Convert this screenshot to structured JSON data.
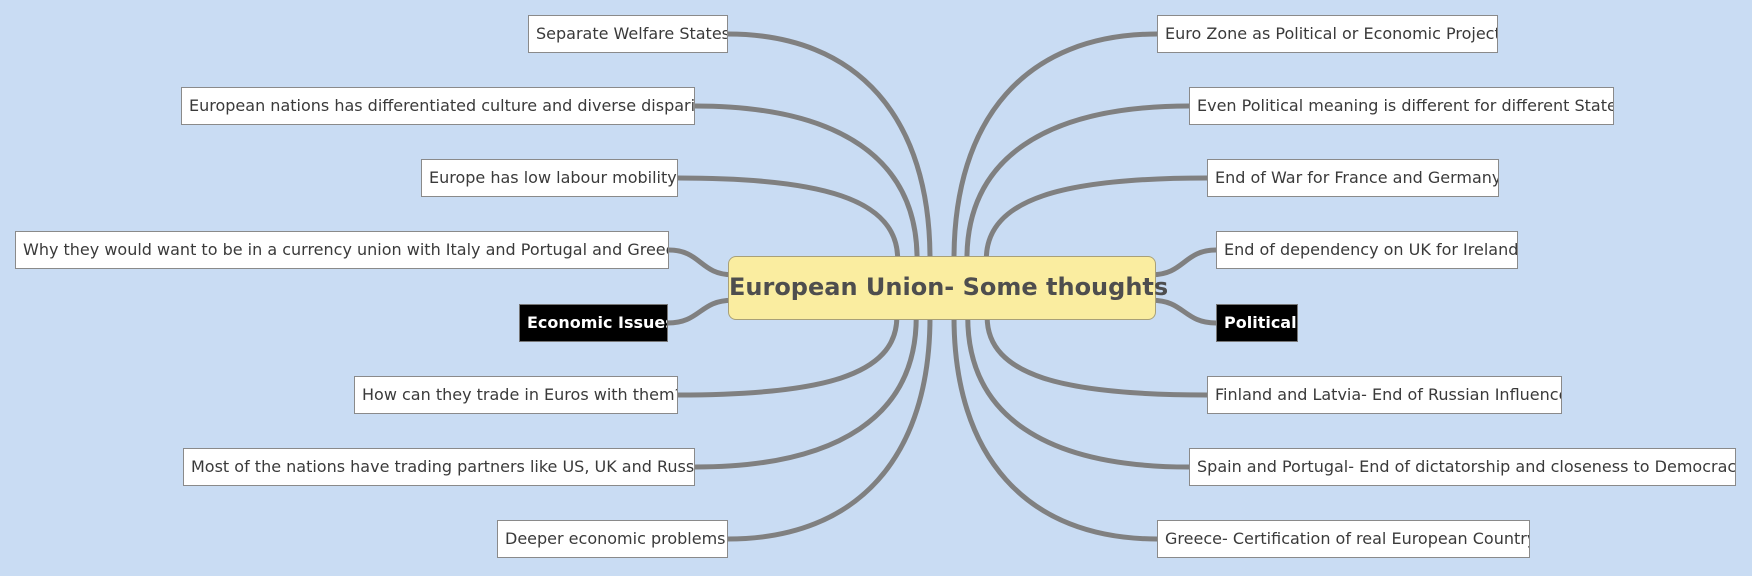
{
  "central": {
    "label": "European Union- Some thoughts"
  },
  "branches": {
    "left": [
      {
        "label": "Separate Welfare States",
        "style": "normal"
      },
      {
        "label": "European nations has differentiated culture and diverse disparity",
        "style": "normal"
      },
      {
        "label": "Europe has low labour mobility",
        "style": "normal"
      },
      {
        "label": "Why they would want to be in a currency union with Italy and Portugal and Greece",
        "style": "normal"
      },
      {
        "label": "Economic Issues",
        "style": "dark"
      },
      {
        "label": "How can they trade in Euros with them?",
        "style": "normal"
      },
      {
        "label": "Most of the nations have trading partners like US, UK and Russia",
        "style": "normal"
      },
      {
        "label": "Deeper economic problems",
        "style": "normal"
      }
    ],
    "right": [
      {
        "label": "Euro Zone as Political or Economic Project",
        "style": "normal"
      },
      {
        "label": "Even Political meaning is different for different States",
        "style": "normal"
      },
      {
        "label": "End of War for France and Germany",
        "style": "normal"
      },
      {
        "label": "End of dependency on UK for Ireland",
        "style": "normal"
      },
      {
        "label": "Political",
        "style": "dark"
      },
      {
        "label": "Finland and Latvia- End of Russian Influence",
        "style": "normal"
      },
      {
        "label": "Spain and Portugal- End of dictatorship and closeness to Democracy",
        "style": "normal"
      },
      {
        "label": "Greece- Certification of real European Country",
        "style": "normal"
      }
    ]
  },
  "colors": {
    "background": "#c9dcf3",
    "connector": "#808080",
    "central_fill": "#faeda0",
    "node_fill": "#ffffff",
    "dark_node_fill": "#000000"
  }
}
